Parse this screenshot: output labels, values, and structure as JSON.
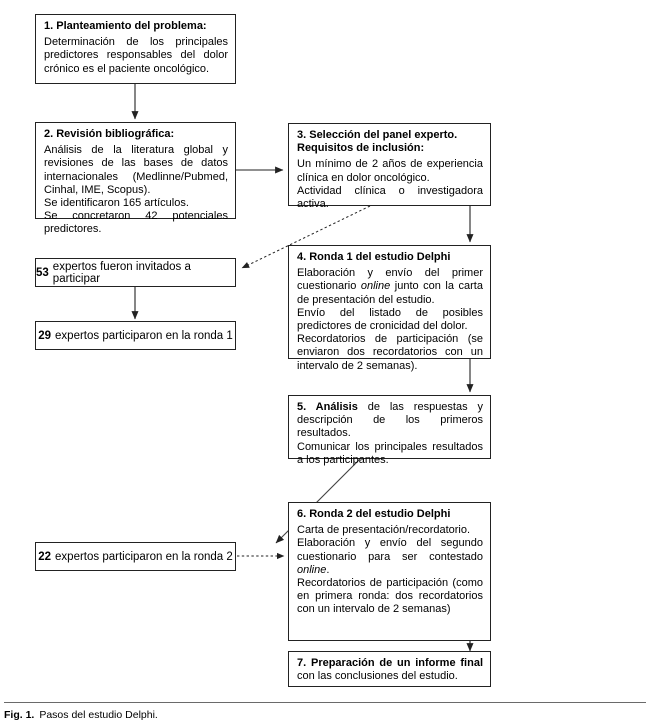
{
  "figure": {
    "caption_label": "Fig. 1.",
    "caption_text": "Pasos del estudio Delphi."
  },
  "nodes": {
    "step1": {
      "heading": "1. Planteamiento del problema:",
      "body": "Determinación de los principales predictores responsables del dolor crónico es el paciente oncológico."
    },
    "step2": {
      "heading": "2. Revisión bibliográfica:",
      "body1": "Análisis de la literatura global y revisiones de las bases de datos internacionales (Medlinne/Pubmed, Cinhal, IME, Scopus).",
      "body2": "Se identificaron 165 artículos.",
      "body3": "Se concretaron 42 potenciales predictores."
    },
    "step3": {
      "heading": "3. Selección del panel experto. Requisitos de inclusión:",
      "body1": "Un mínimo de 2 años de experiencia clínica en dolor oncológico.",
      "body2": "Actividad clínica o investigadora activa."
    },
    "step4": {
      "heading": "4. Ronda 1 del estudio Delphi",
      "body1_pre": "Elaboración y envío del primer cuestionario ",
      "body1_em": "online",
      "body1_post": " junto con la carta de presentación del estudio.",
      "body2": "Envío del listado de posibles predictores de cronicidad del dolor.",
      "body3": "Recordatorios de participación (se enviaron dos recordatorios con un intervalo de 2 semanas)."
    },
    "step5": {
      "heading_num": "5. Análisis",
      "heading_rest": " de las respuestas y descripción de los primeros resultados.",
      "body1": "Comunicar los principales resultados a los participantes."
    },
    "step6": {
      "heading": "6. Ronda 2 del estudio Delphi",
      "body1": "Carta de presentación/recordatorio.",
      "body2_pre": "Elaboración y envío del segundo cuestionario para ser contestado ",
      "body2_em": "online",
      "body2_post": ".",
      "body3": "Recordatorios de participación (como en primera ronda: dos recordatorios con un intervalo de 2 semanas)"
    },
    "step7": {
      "heading_bold": "7. Preparación de un informe final",
      "heading_rest": " con las conclusiones del estudio."
    },
    "invited": {
      "number": "53",
      "text": "expertos fueron invitados a participar"
    },
    "round1": {
      "number": "29",
      "text": "expertos participaron en la ronda 1"
    },
    "round2": {
      "number": "22",
      "text": "expertos participaron en la ronda 2"
    }
  },
  "connectors": [
    {
      "name": "step1-to-step2",
      "style": "solid"
    },
    {
      "name": "step2-to-step3",
      "style": "solid"
    },
    {
      "name": "step3-to-invited",
      "style": "dashed"
    },
    {
      "name": "step3-to-step4",
      "style": "solid"
    },
    {
      "name": "invited-to-round1",
      "style": "solid"
    },
    {
      "name": "step4-to-step5",
      "style": "solid"
    },
    {
      "name": "step5-to-round2",
      "style": "solid"
    },
    {
      "name": "round2-to-step6",
      "style": "dashed"
    },
    {
      "name": "step6-to-step7",
      "style": "solid"
    }
  ],
  "colors": {
    "border": "#222222",
    "text": "#000000",
    "background": "#ffffff",
    "rule": "#6a6a6a"
  }
}
